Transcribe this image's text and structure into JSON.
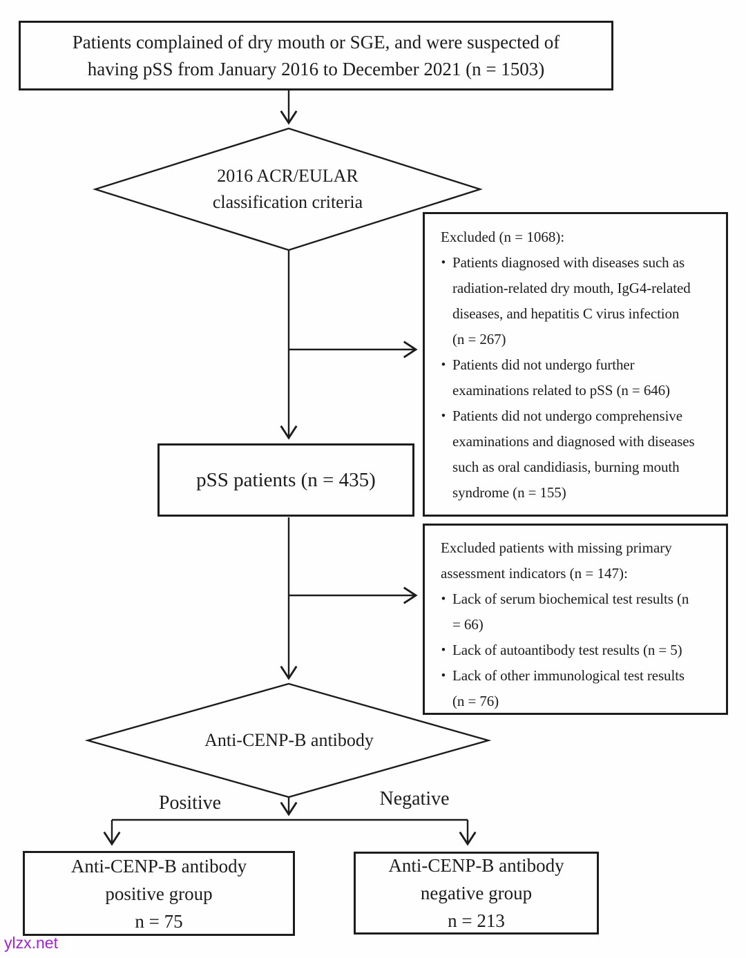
{
  "colors": {
    "line": "#1c1c1c",
    "background": "#fefefe",
    "watermark": "#a420dd"
  },
  "top_box": {
    "text": "Patients complained of dry mouth or SGE, and were suspected of\nhaving pSS from January 2016 to December 2021 (n = 1503)"
  },
  "diamond1": {
    "text": "2016 ACR/EULAR\nclassification criteria"
  },
  "excluded1": {
    "heading": "Excluded (n = 1068):",
    "bullet_char": "•",
    "items": [
      "Patients diagnosed with diseases such as\nradiation-related dry mouth, IgG4-related\ndiseases, and hepatitis C virus infection\n(n = 267)",
      "Patients did not undergo further\nexaminations related to pSS (n = 646)",
      "Patients did not undergo comprehensive\nexaminations and diagnosed with diseases\nsuch as oral candidiasis, burning mouth\nsyndrome (n = 155)"
    ]
  },
  "pss_box": {
    "text": "pSS patients (n = 435)"
  },
  "excluded2": {
    "heading": "Excluded patients with missing primary\nassessment indicators (n = 147):",
    "bullet_char": "•",
    "items": [
      "Lack of serum biochemical test results (n\n= 66)",
      "Lack of autoantibody test results (n = 5)",
      "Lack of other immunological test results\n(n = 76)"
    ]
  },
  "diamond2": {
    "text": "Anti-CENP-B antibody"
  },
  "branches": {
    "positive_label": "Positive",
    "negative_label": "Negative"
  },
  "positive_box": {
    "text": "Anti-CENP-B antibody\npositive group\nn = 75"
  },
  "negative_box": {
    "text": "Anti-CENP-B antibody\nnegative group\nn = 213"
  },
  "watermark": {
    "text": "ylzx.net"
  }
}
